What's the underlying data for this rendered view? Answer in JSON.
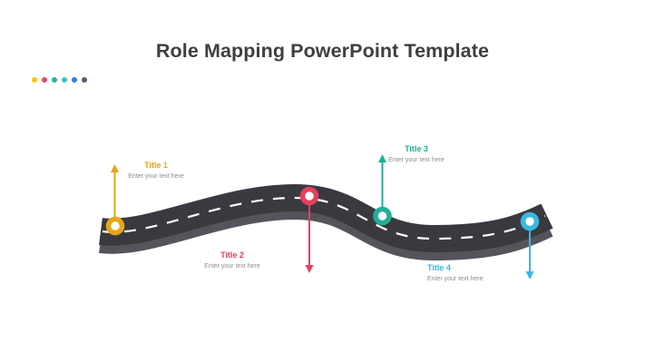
{
  "slide": {
    "heading": "Role Mapping PowerPoint Template"
  },
  "decoration": {
    "dots": [
      "#FFC10E",
      "#E8465F",
      "#2FB48B",
      "#3FC2C8",
      "#2F7DE0",
      "#5C5470"
    ]
  },
  "colors": {
    "heading_text": "#3F3E41",
    "subtitle_text": "#8C8C8C",
    "road_surface": "#3A3940",
    "road_side": "#55545B",
    "dash_line": "#FFFFFF",
    "background": "#FFFFFF"
  },
  "roadmap": {
    "items": [
      {
        "title": "Title 1",
        "subtitle": "Enter your text here",
        "color": "#E7A615",
        "direction": "up"
      },
      {
        "title": "Title 2",
        "subtitle": "Enter your text here",
        "color": "#E6405E",
        "direction": "down"
      },
      {
        "title": "Title 3",
        "subtitle": "Enter your text here",
        "color": "#1FB096",
        "direction": "up"
      },
      {
        "title": "Title 4",
        "subtitle": "Enter your text here",
        "color": "#38B8DF",
        "direction": "down"
      }
    ]
  }
}
